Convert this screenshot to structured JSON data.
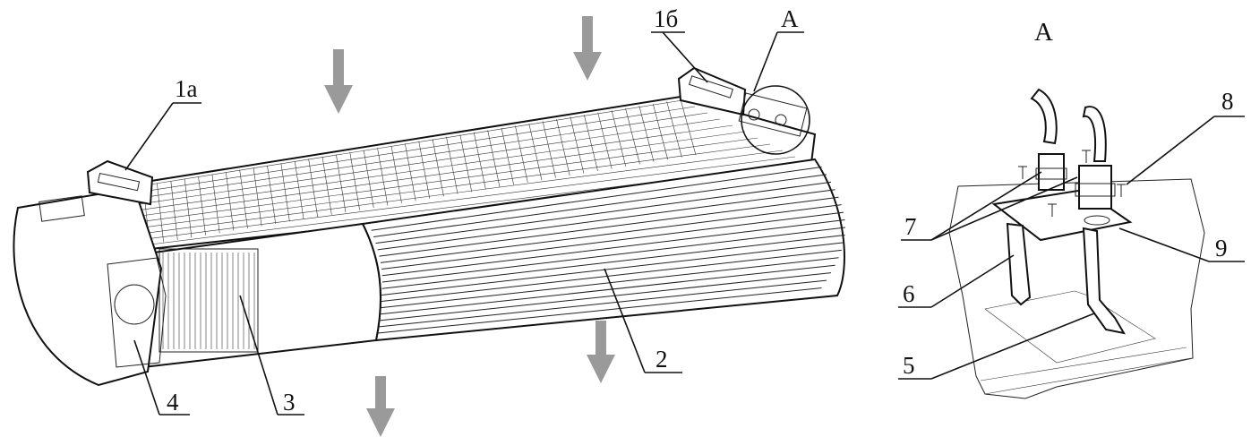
{
  "labels": {
    "l1a": "1а",
    "l1b": "1б",
    "lA": "А",
    "l2": "2",
    "l3": "3",
    "l4": "4",
    "detail_title": "А",
    "l5": "5",
    "l6": "6",
    "l7": "7",
    "l8": "8",
    "l9": "9"
  },
  "colors": {
    "arrow": "#9a9a9a",
    "line": "#111111"
  },
  "icons": {
    "airflow_in": "arrow-down-icon",
    "airflow_out": "arrow-down-icon"
  }
}
